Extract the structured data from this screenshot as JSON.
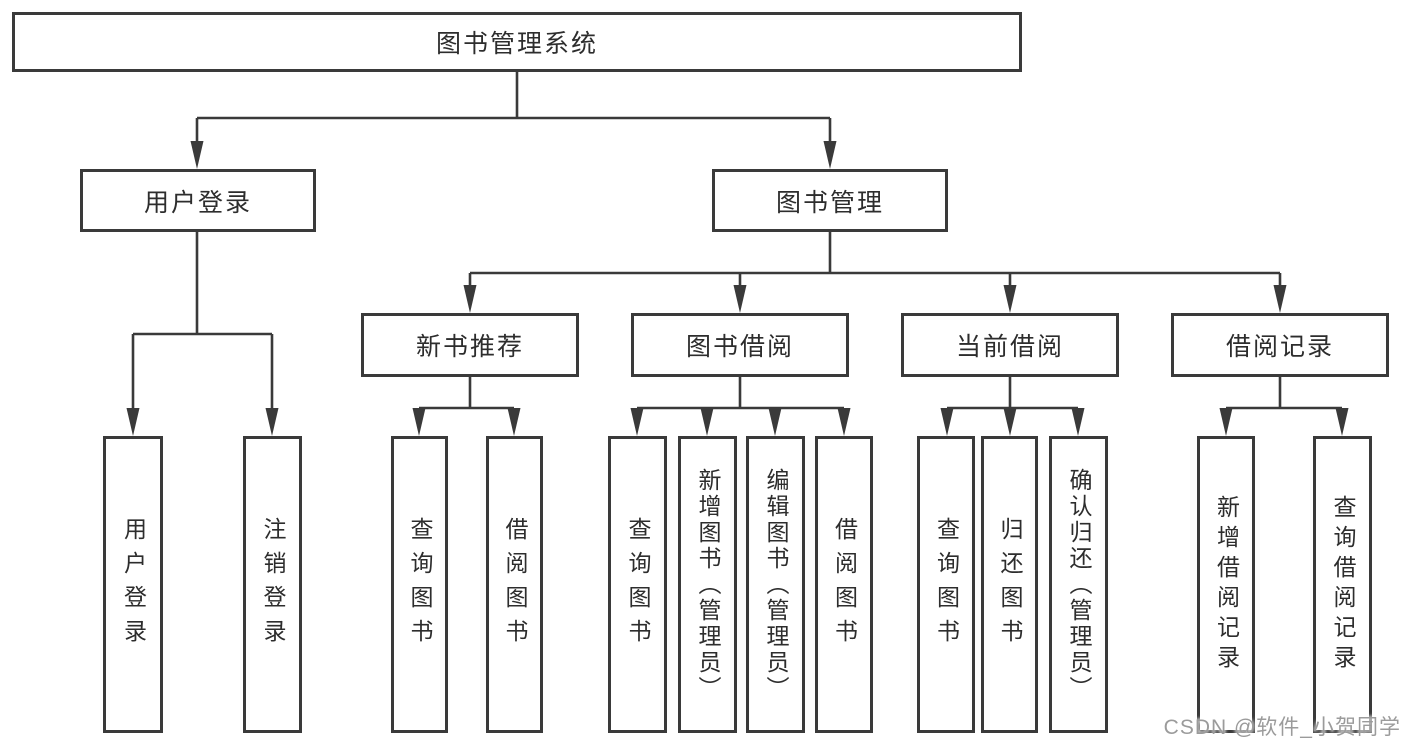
{
  "colors": {
    "line": "#3a3a3a",
    "text": "#2d2d2d",
    "watermark": "#9b9b9b",
    "background": "#ffffff"
  },
  "watermark": "CSDN @软件_小贺同学",
  "tree": {
    "label": "图书管理系统",
    "children": [
      {
        "label": "用户登录",
        "children": [
          {
            "label": "用户登录"
          },
          {
            "label": "注销登录"
          }
        ]
      },
      {
        "label": "图书管理",
        "children": [
          {
            "label": "新书推荐",
            "children": [
              {
                "label": "查询图书"
              },
              {
                "label": "借阅图书"
              }
            ]
          },
          {
            "label": "图书借阅",
            "children": [
              {
                "label": "查询图书"
              },
              {
                "label": "新增图书（管理员）"
              },
              {
                "label": "编辑图书（管理员）"
              },
              {
                "label": "借阅图书"
              }
            ]
          },
          {
            "label": "当前借阅",
            "children": [
              {
                "label": "查询图书"
              },
              {
                "label": "归还图书"
              },
              {
                "label": "确认归还（管理员）"
              }
            ]
          },
          {
            "label": "借阅记录",
            "children": [
              {
                "label": "新增借阅记录"
              },
              {
                "label": "查询借阅记录"
              }
            ]
          }
        ]
      }
    ]
  }
}
